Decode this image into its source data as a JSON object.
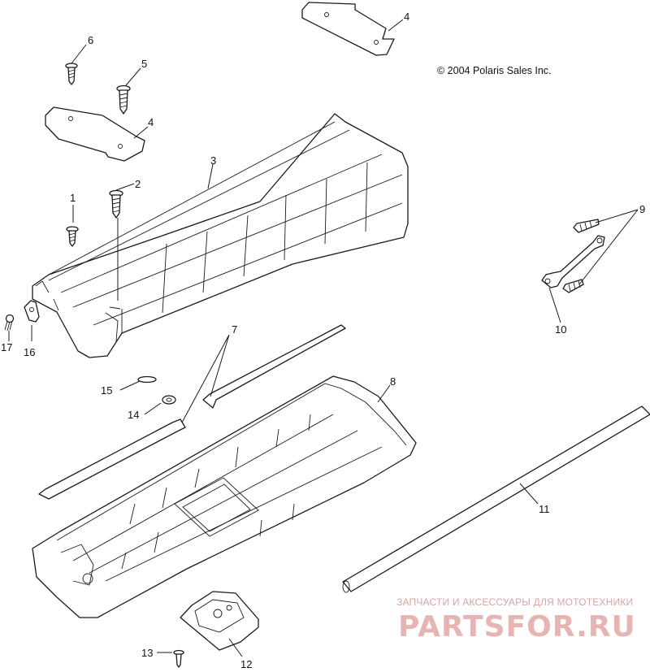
{
  "copyright": "© 2004 Polaris Sales Inc.",
  "watermark": {
    "tagline": "ЗАПЧАСТИ И АКСЕССУАРЫ ДЛЯ МОТОТЕХНИКИ",
    "logo": "PARTSFOR.RU"
  },
  "callouts": {
    "c1": "1",
    "c2": "2",
    "c3": "3",
    "c4a": "4",
    "c4b": "4",
    "c5": "5",
    "c6": "6",
    "c7": "7",
    "c8": "8",
    "c9": "9",
    "c10": "10",
    "c11": "11",
    "c12": "12",
    "c13": "13",
    "c14": "14",
    "c15": "15",
    "c16": "16",
    "c17": "17"
  }
}
